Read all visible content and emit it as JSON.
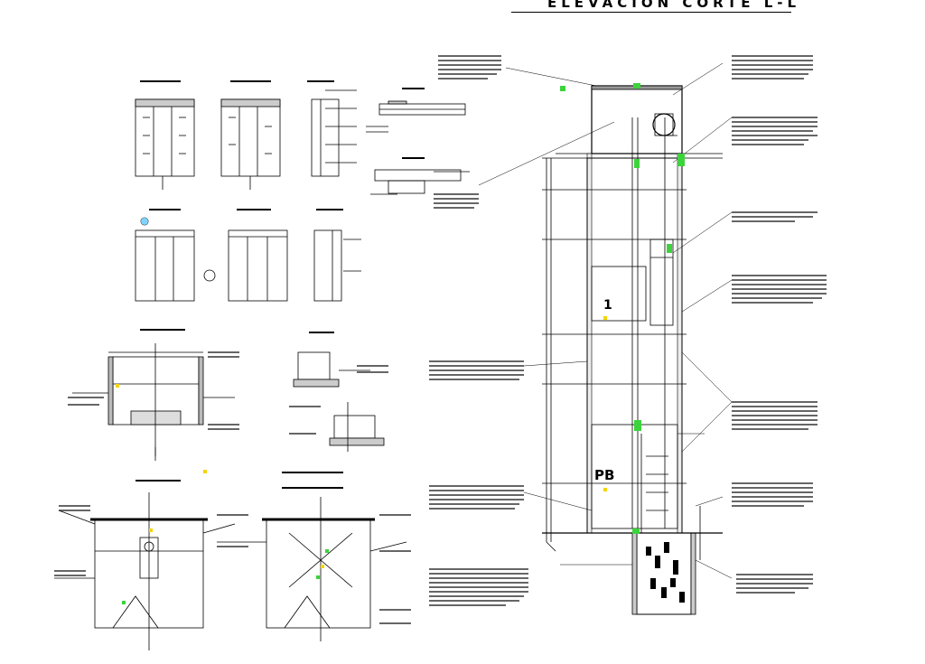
{
  "drawing": {
    "title": "ELEVACION CORTE L-L",
    "level_labels": {
      "first_floor": "1",
      "ground_floor": "PB"
    }
  }
}
